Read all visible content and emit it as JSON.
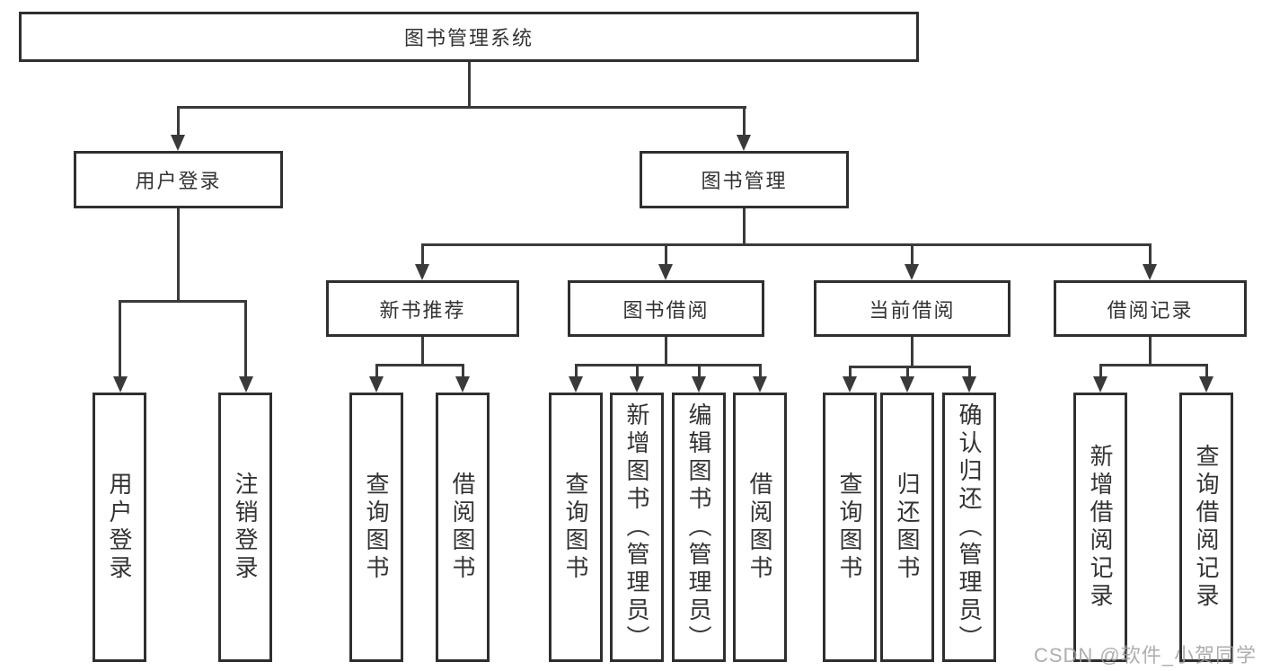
{
  "diagram": {
    "root": "图书管理系统",
    "branches": [
      {
        "label": "用户登录",
        "children": [
          "用户登录",
          "注销登录"
        ]
      },
      {
        "label": "图书管理",
        "sections": [
          {
            "label": "新书推荐",
            "children": [
              "查询图书",
              "借阅图书"
            ]
          },
          {
            "label": "图书借阅",
            "children": [
              "查询图书",
              "新增图书（管理员）",
              "编辑图书（管理员）",
              "借阅图书"
            ]
          },
          {
            "label": "当前借阅",
            "children": [
              "查询图书",
              "归还图书",
              "确认归还（管理员）"
            ]
          },
          {
            "label": "借阅记录",
            "children": [
              "新增借阅记录",
              "查询借阅记录"
            ]
          }
        ]
      }
    ]
  },
  "watermark": "CSDN @软件_小贺同学",
  "colors": {
    "line": "#3a3a3a",
    "text": "#333333",
    "background": "#ffffff",
    "watermark": "#a0a0a0"
  }
}
